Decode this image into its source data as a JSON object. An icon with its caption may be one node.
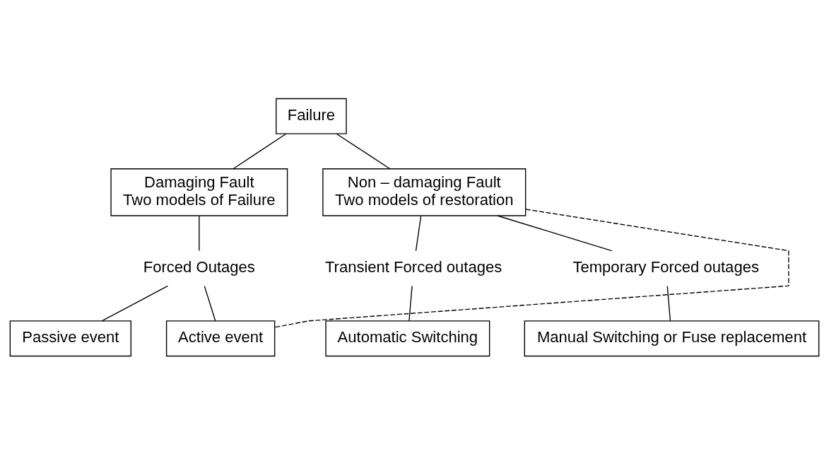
{
  "diagram": {
    "nodes": [
      {
        "text": [
          "Failure"
        ]
      },
      {
        "text": [
          "Damaging Fault",
          "Two models of Failure"
        ]
      },
      {
        "text": [
          "Non – damaging Fault",
          "Two models of restoration"
        ]
      },
      {
        "text": [
          "Forced Outages"
        ]
      },
      {
        "text": [
          "Transient Forced outages"
        ]
      },
      {
        "text": [
          "Temporary Forced outages"
        ]
      },
      {
        "text": [
          "Passive event"
        ]
      },
      {
        "text": [
          "Active event"
        ]
      },
      {
        "text": [
          "Automatic Switching"
        ]
      },
      {
        "text": [
          "Manual Switching or Fuse replacement"
        ]
      }
    ],
    "edges": [
      {
        "from": 0,
        "to": 1,
        "arrow": "none"
      },
      {
        "from": 0,
        "to": 2,
        "arrow": "none"
      },
      {
        "from": 1,
        "to": 3,
        "arrow": "none"
      },
      {
        "from": 3,
        "to": 6,
        "arrow": "none"
      },
      {
        "from": 3,
        "to": 7,
        "arrow": "none"
      },
      {
        "from": 2,
        "to": 7,
        "arrow": "none",
        "style": "dashed"
      },
      {
        "from": 2,
        "to": 4,
        "arrow": "none"
      },
      {
        "from": 2,
        "to": 5,
        "arrow": "none"
      },
      {
        "from": 4,
        "to": 8,
        "arrow": "none"
      },
      {
        "from": 5,
        "to": 9,
        "arrow": "none"
      }
    ]
  }
}
